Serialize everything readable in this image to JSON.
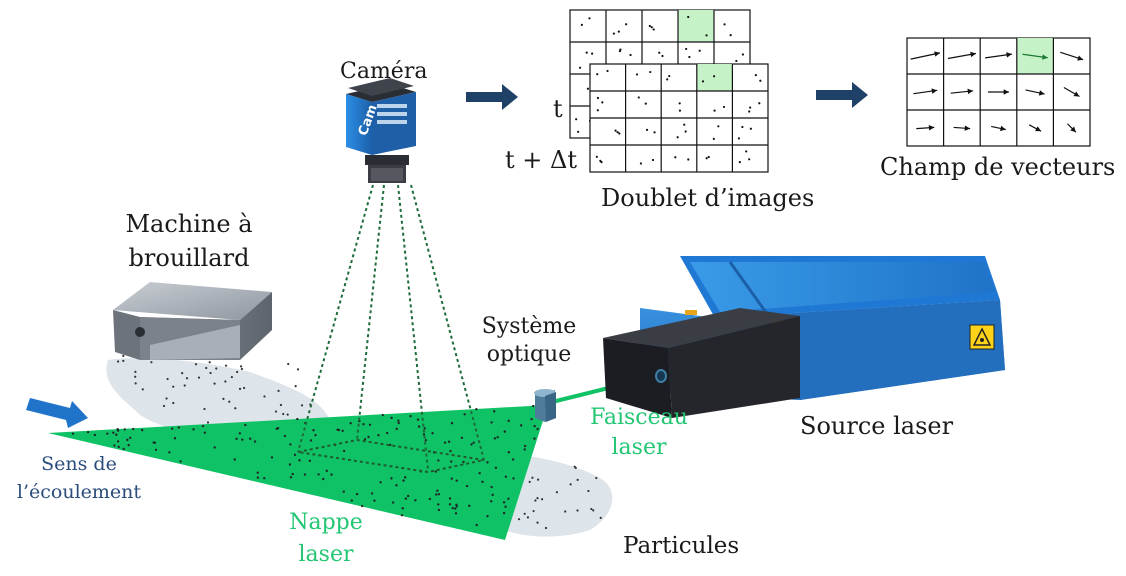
{
  "labels": {
    "camera": "Caméra",
    "cam_body_text": "Cam",
    "t": "t",
    "t_dt": "t + Δt",
    "doublet": "Doublet d’images",
    "champ": "Champ de vecteurs",
    "machine_line1": "Machine à",
    "machine_line2": "brouillard",
    "systeme_line1": "Système",
    "systeme_line2": "optique",
    "faisceau_line1": "Faisceau",
    "faisceau_line2": "laser",
    "source": "Source laser",
    "sens_line1": "Sens de",
    "sens_line2": "l’écoulement",
    "nappe_line1": "Nappe",
    "nappe_line2": "laser",
    "particules": "Particules"
  },
  "grid": {
    "rows": 4,
    "cols": 5
  },
  "vector_grid": {
    "rows": 3,
    "cols": 5
  },
  "colors": {
    "laser_green": "#10c266",
    "text_green": "#22c673",
    "arrow_blue": "#1f4168",
    "flow_blue": "#2a4d7c",
    "laser_box_blue": "#2f86d6",
    "highlight_cell": "#c6f2c8",
    "particle_cloud": "#dde4ea"
  },
  "icons": [
    "arrow-right-icon",
    "laser-hazard-icon",
    "camera-icon"
  ]
}
